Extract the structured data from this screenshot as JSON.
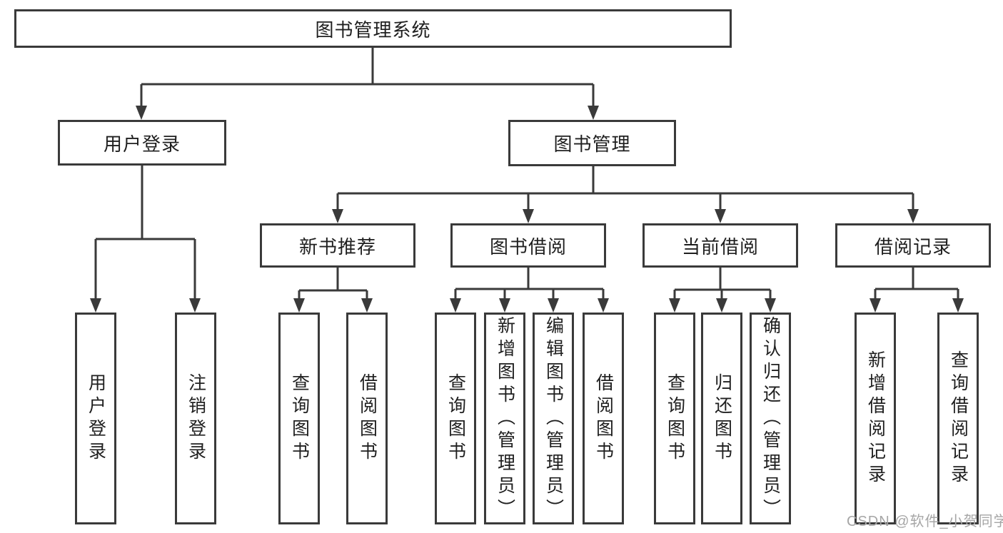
{
  "diagram_title": "图书管理系统",
  "nodes": {
    "root": "图书管理系统",
    "user_login_menu": "用户登录",
    "book_mgmt": "图书管理",
    "new_book_rec": "新书推荐",
    "book_borrow": "图书借阅",
    "current_borrow": "当前借阅",
    "borrow_records": "借阅记录",
    "login": "用户登录",
    "logout": "注销登录",
    "rec_query_books": "查询图书",
    "rec_borrow_books": "借阅图书",
    "bb_query_books": "查询图书",
    "bb_add_books": "新增图书（管理员）",
    "bb_edit_books": "编辑图书（管理员）",
    "bb_borrow_books": "借阅图书",
    "cb_query_books": "查询图书",
    "cb_return_books": "归还图书",
    "cb_confirm_return": "确认归还（管理员）",
    "br_add_record": "新增借阅记录",
    "br_query_record": "查询借阅记录"
  },
  "hierarchy": {
    "root": [
      "user_login_menu",
      "book_mgmt"
    ],
    "user_login_menu": [
      "login",
      "logout"
    ],
    "book_mgmt": [
      "new_book_rec",
      "book_borrow",
      "current_borrow",
      "borrow_records"
    ],
    "new_book_rec": [
      "rec_query_books",
      "rec_borrow_books"
    ],
    "book_borrow": [
      "bb_query_books",
      "bb_add_books",
      "bb_edit_books",
      "bb_borrow_books"
    ],
    "current_borrow": [
      "cb_query_books",
      "cb_return_books",
      "cb_confirm_return"
    ],
    "borrow_records": [
      "br_add_record",
      "br_query_record"
    ]
  },
  "watermark": "CSDN @软件_小贺同学",
  "colors": {
    "line": "#3a3a3a",
    "text": "#1f1f1f",
    "watermark": "#a6a6a6",
    "background": "#ffffff"
  }
}
